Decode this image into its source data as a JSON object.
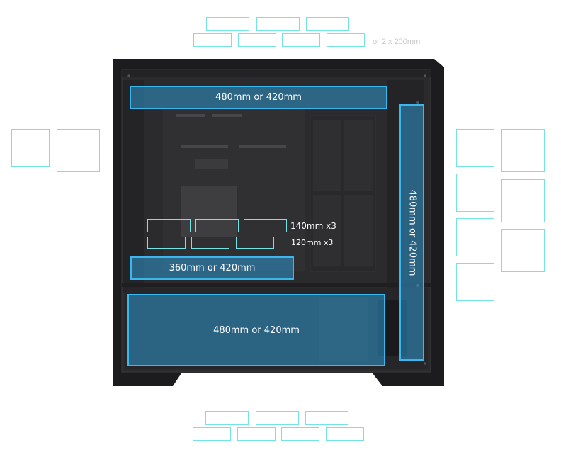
{
  "colors": {
    "fan_outline": "#74e3e6",
    "radiator_fill": "#2f96cd",
    "radiator_border": "#39b7ee",
    "case_body": "#1c1c1e",
    "case_interior": "#2b2b2d"
  },
  "top": {
    "alt_note": "or 2 x 200mm"
  },
  "radiators": {
    "top": "480mm or 420mm",
    "side": "480mm or 420mm",
    "middle": "360mm or 420mm",
    "bottom": "480mm or 420mm"
  },
  "inner_fans": {
    "row1_label": "140mm x3",
    "row2_label": "120mm x3"
  }
}
